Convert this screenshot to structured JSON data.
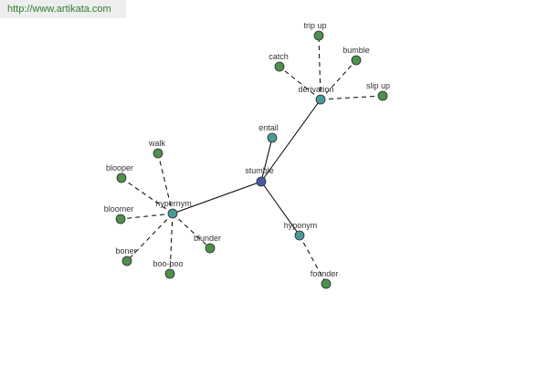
{
  "watermark": "http://www.artikata.com",
  "colors": {
    "center": "#4a5aa8",
    "relation": "#4a9a9a",
    "leaf": "#4f8f4f",
    "edge": "#000000"
  },
  "nodes": [
    {
      "id": "stumble",
      "label": "stumble",
      "kind": "center"
    },
    {
      "id": "derivation",
      "label": "derivation",
      "kind": "relation"
    },
    {
      "id": "hypernym",
      "label": "hypernym",
      "kind": "relation"
    },
    {
      "id": "hyponym",
      "label": "hyponym",
      "kind": "relation"
    },
    {
      "id": "entail",
      "label": "entail",
      "kind": "relation"
    },
    {
      "id": "trip_up",
      "label": "trip up",
      "kind": "leaf"
    },
    {
      "id": "catch",
      "label": "catch",
      "kind": "leaf"
    },
    {
      "id": "bumble",
      "label": "bumble",
      "kind": "leaf"
    },
    {
      "id": "slip_up",
      "label": "slip up",
      "kind": "leaf"
    },
    {
      "id": "walk",
      "label": "walk",
      "kind": "leaf"
    },
    {
      "id": "blooper",
      "label": "blooper",
      "kind": "leaf"
    },
    {
      "id": "bloomer",
      "label": "bloomer",
      "kind": "leaf"
    },
    {
      "id": "boner",
      "label": "boner",
      "kind": "leaf"
    },
    {
      "id": "boo_boo",
      "label": "boo-boo",
      "kind": "leaf"
    },
    {
      "id": "blunder",
      "label": "blunder",
      "kind": "leaf"
    },
    {
      "id": "founder",
      "label": "founder",
      "kind": "leaf"
    }
  ],
  "edges": [
    {
      "from": "stumble",
      "to": "derivation",
      "style": "solid"
    },
    {
      "from": "stumble",
      "to": "hypernym",
      "style": "solid"
    },
    {
      "from": "stumble",
      "to": "hyponym",
      "style": "solid"
    },
    {
      "from": "stumble",
      "to": "entail",
      "style": "solid"
    },
    {
      "from": "derivation",
      "to": "trip_up",
      "style": "dashed"
    },
    {
      "from": "derivation",
      "to": "catch",
      "style": "dashed"
    },
    {
      "from": "derivation",
      "to": "bumble",
      "style": "dashed"
    },
    {
      "from": "derivation",
      "to": "slip_up",
      "style": "dashed"
    },
    {
      "from": "hypernym",
      "to": "walk",
      "style": "dashed"
    },
    {
      "from": "hypernym",
      "to": "blooper",
      "style": "dashed"
    },
    {
      "from": "hypernym",
      "to": "bloomer",
      "style": "dashed"
    },
    {
      "from": "hypernym",
      "to": "boner",
      "style": "dashed"
    },
    {
      "from": "hypernym",
      "to": "boo_boo",
      "style": "dashed"
    },
    {
      "from": "hypernym",
      "to": "blunder",
      "style": "dashed"
    },
    {
      "from": "hyponym",
      "to": "founder",
      "style": "dashed"
    }
  ]
}
